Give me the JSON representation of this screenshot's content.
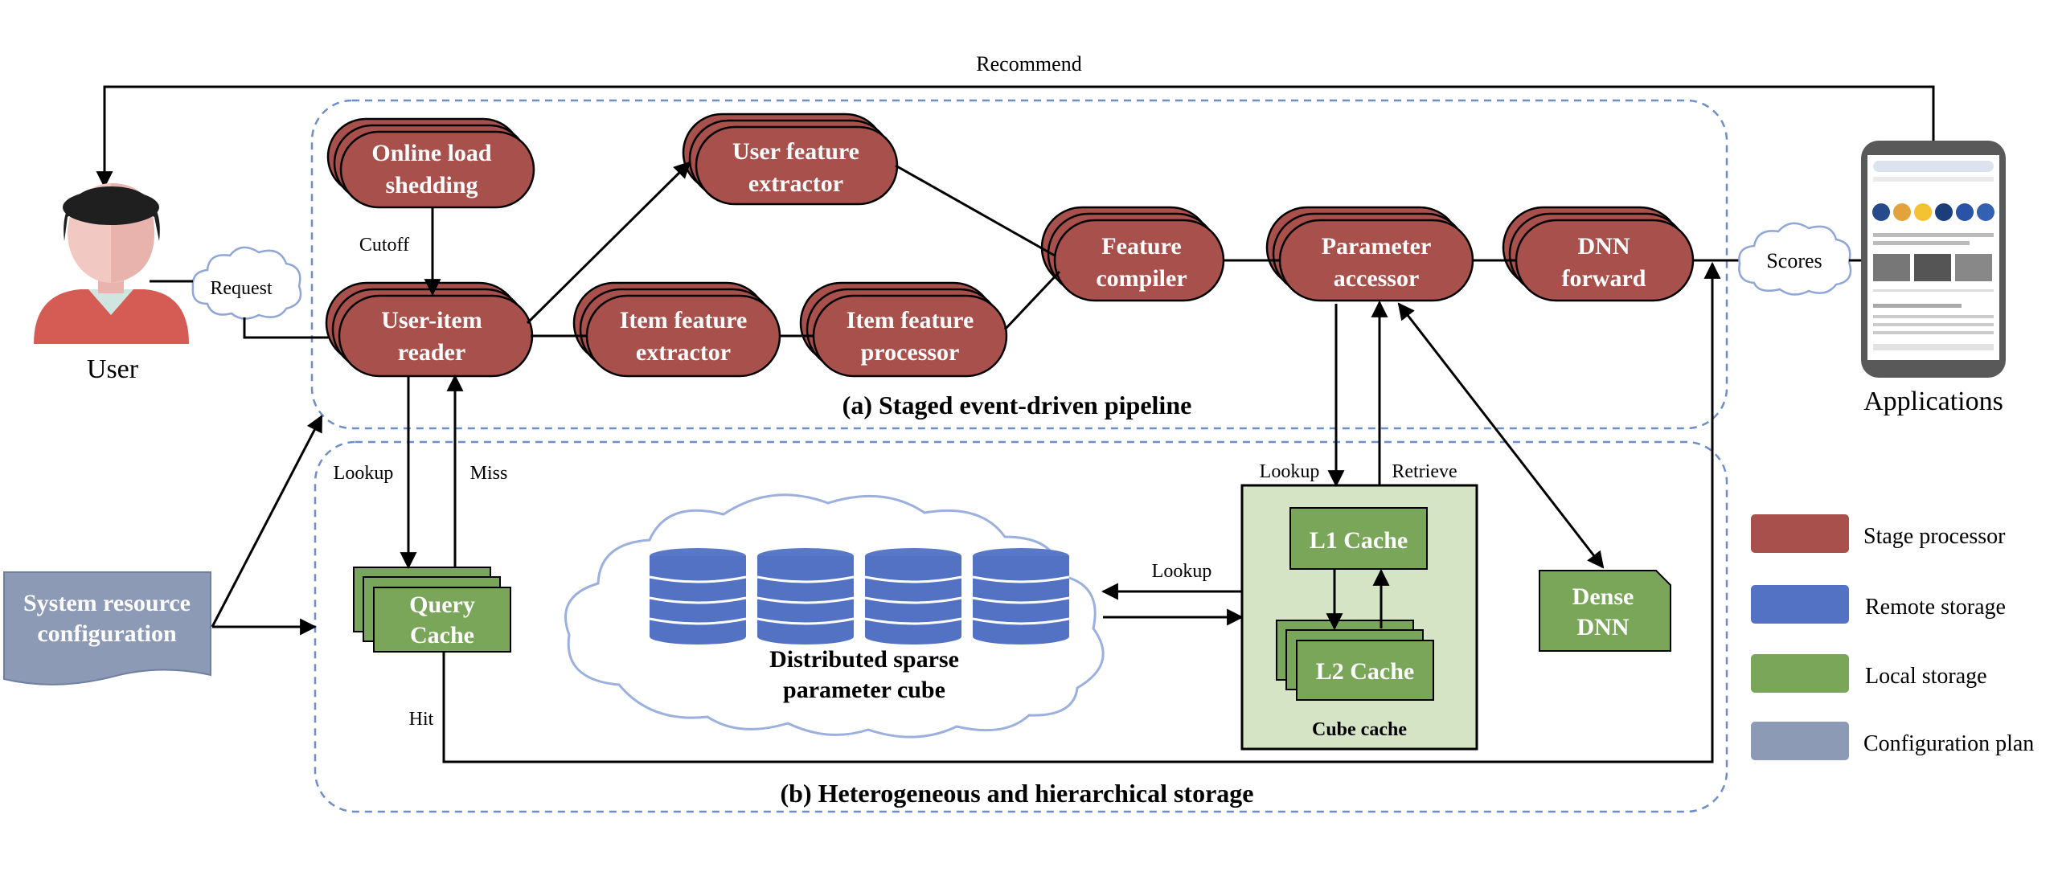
{
  "labels": {
    "recommend": "Recommend",
    "request": "Request",
    "user": "User",
    "scores": "Scores",
    "applications": "Applications",
    "cutoff": "Cutoff",
    "lookup_left": "Lookup",
    "miss": "Miss",
    "hit": "Hit",
    "lookup_cube": "Lookup",
    "lookup_right": "Lookup",
    "retrieve": "Retrieve",
    "cube_cache": "Cube cache"
  },
  "section_a": "(a) Staged event-driven pipeline",
  "section_b": "(b) Heterogeneous and hierarchical storage",
  "stages": {
    "online_load": [
      "Online load",
      "shedding"
    ],
    "user_feature": [
      "User feature",
      "extractor"
    ],
    "user_item": [
      "User-item",
      "reader"
    ],
    "item_feature_extractor": [
      "Item feature",
      "extractor"
    ],
    "item_feature_processor": [
      "Item feature",
      "processor"
    ],
    "feature_compiler": [
      "Feature",
      "compiler"
    ],
    "parameter_accessor": [
      "Parameter",
      "accessor"
    ],
    "dnn_forward": [
      "DNN",
      "forward"
    ]
  },
  "storage": {
    "query_cache": [
      "Query",
      "Cache"
    ],
    "l1_cache": "L1 Cache",
    "l2_cache": "L2 Cache",
    "dense_dnn": [
      "Dense",
      "DNN"
    ],
    "sparse_cube": [
      "Distributed sparse",
      "parameter cube"
    ]
  },
  "config": [
    "System resource",
    "configuration"
  ],
  "legend": [
    {
      "label": "Stage processor",
      "color": "#a8504c"
    },
    {
      "label": "Remote storage",
      "color": "#5472c4"
    },
    {
      "label": "Local storage",
      "color": "#7aa65a"
    },
    {
      "label": "Configuration plan",
      "color": "#8d9ab5"
    }
  ],
  "colors": {
    "stage": "#a8504c",
    "remote": "#5472c4",
    "local": "#7aa65a",
    "config": "#8d9ab5",
    "cube_bg": "#d5e4c4",
    "dashed": "#6f8ec7"
  },
  "icons": [
    "user-avatar-icon",
    "smartphone-icon",
    "database-icon",
    "cloud-icon"
  ]
}
